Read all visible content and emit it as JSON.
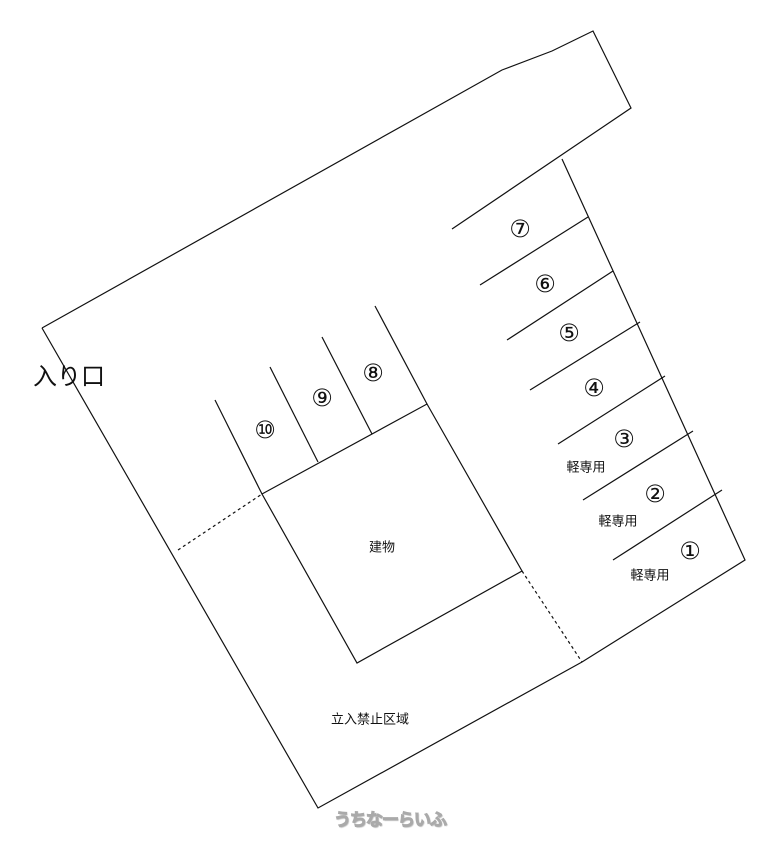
{
  "entrance_label": "入り口",
  "building_label": "建物",
  "restricted_area_label": "立入禁止区域",
  "watermark": "うちなーらいふ",
  "spots": [
    {
      "number": "①",
      "note": "軽専用"
    },
    {
      "number": "②",
      "note": "軽専用"
    },
    {
      "number": "③",
      "note": "軽専用"
    },
    {
      "number": "④",
      "note": ""
    },
    {
      "number": "⑤",
      "note": ""
    },
    {
      "number": "⑥",
      "note": ""
    },
    {
      "number": "⑦",
      "note": ""
    },
    {
      "number": "⑧",
      "note": ""
    },
    {
      "number": "⑨",
      "note": ""
    },
    {
      "number": "⑩",
      "note": ""
    }
  ]
}
